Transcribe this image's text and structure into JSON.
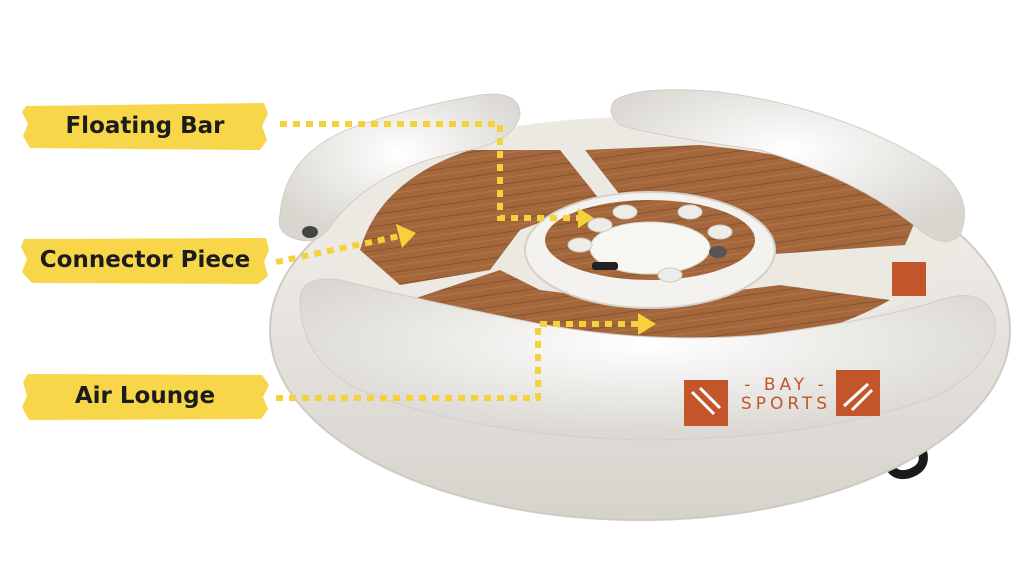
{
  "labels": {
    "floating_bar": "Floating Bar",
    "connector_piece": "Connector Piece",
    "air_lounge": "Air Lounge"
  },
  "brand": {
    "line1": "- BAY -",
    "line2": "SPORTS"
  },
  "colors": {
    "highlight": "#f7d64a",
    "arrow": "#f5d23c",
    "deck": "#a0643a",
    "inflatable": "#f2f0ec",
    "brand": "#c2562a"
  },
  "icons": [
    "dotted-arrow-icon",
    "bay-sports-logo-icon"
  ]
}
